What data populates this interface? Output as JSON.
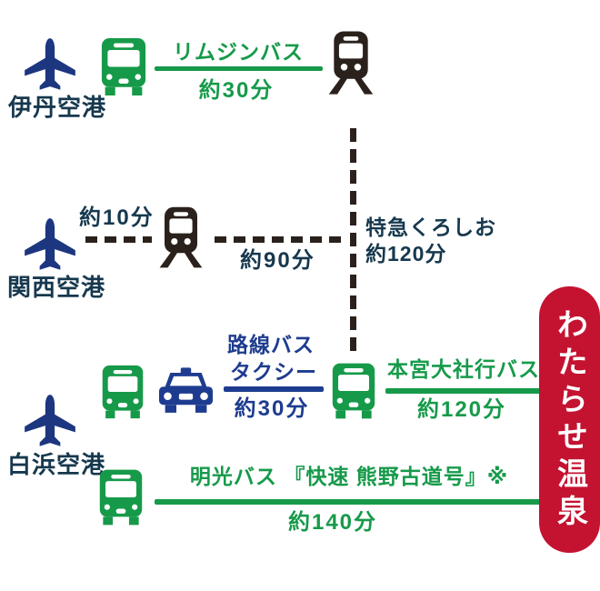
{
  "diagram_title": "access-route-diagram",
  "colors": {
    "green": "#169a4a",
    "blue": "#1e3c8f",
    "teal": "#16384e",
    "dark": "#2b211c",
    "red": "#c41231",
    "white": "#ffffff"
  },
  "routes": {
    "itami": {
      "airport": "伊丹空港",
      "limousine_label": "リムジンバス",
      "limousine_time": "約30分"
    },
    "kansai": {
      "airport": "関西空港",
      "leg1_time": "約10分",
      "leg2_time": "約90分",
      "kuroshio_label": "特急くろしお",
      "kuroshio_time": "約120分"
    },
    "shirahama": {
      "airport": "白浜空港",
      "local_bus_label": "路線バス",
      "taxi_label": "タクシー",
      "local_time": "約30分",
      "hongu_label": "本宮大社行バス",
      "hongu_time": "約120分",
      "meiko_label": "明光バス 『快速 熊野古道号』※",
      "meiko_time": "約140分"
    }
  },
  "destination": {
    "label": "わたらせ温泉"
  }
}
